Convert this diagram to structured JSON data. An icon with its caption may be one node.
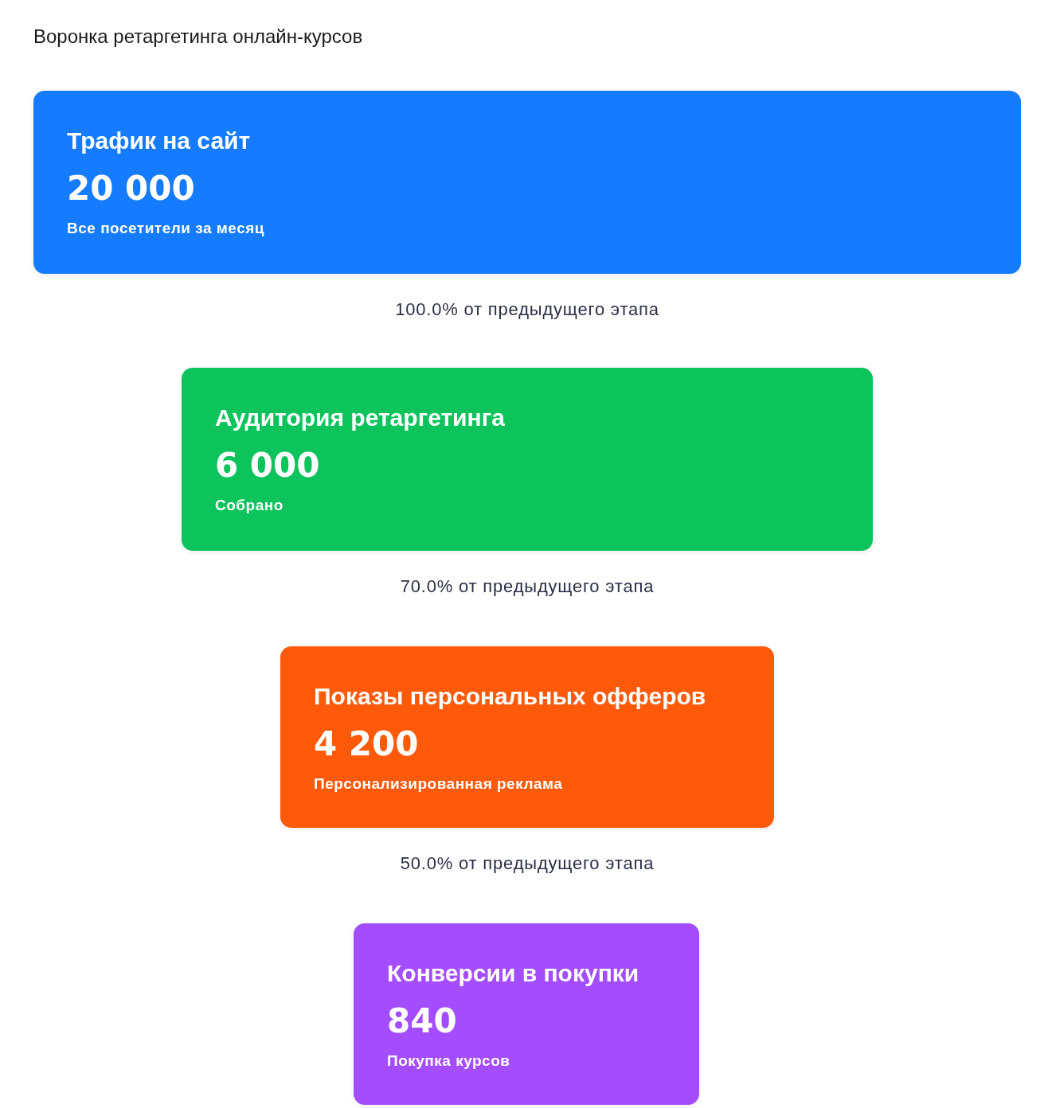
{
  "diagram": {
    "title": "Воронка ретаргетинга онлайн-курсов",
    "nodes": [
      {
        "text": [
          "Трафик на сайт",
          "20 000",
          "Все посетители за месяц"
        ],
        "beside": [
          "100.0% от предыдущего этапа"
        ]
      },
      {
        "text": [
          "Аудитория ретаргетинга",
          "6 000",
          "Собрано"
        ],
        "beside": [
          "70.0% от предыдущего этапа"
        ]
      },
      {
        "text": [
          "Показы персональных офферов",
          "4 200",
          "Персонализированная реклама"
        ],
        "beside": [
          "50.0% от предыдущего этапа"
        ]
      },
      {
        "text": [
          "Конверсии в покупки",
          "840",
          "Покупка курсов"
        ]
      }
    ]
  }
}
